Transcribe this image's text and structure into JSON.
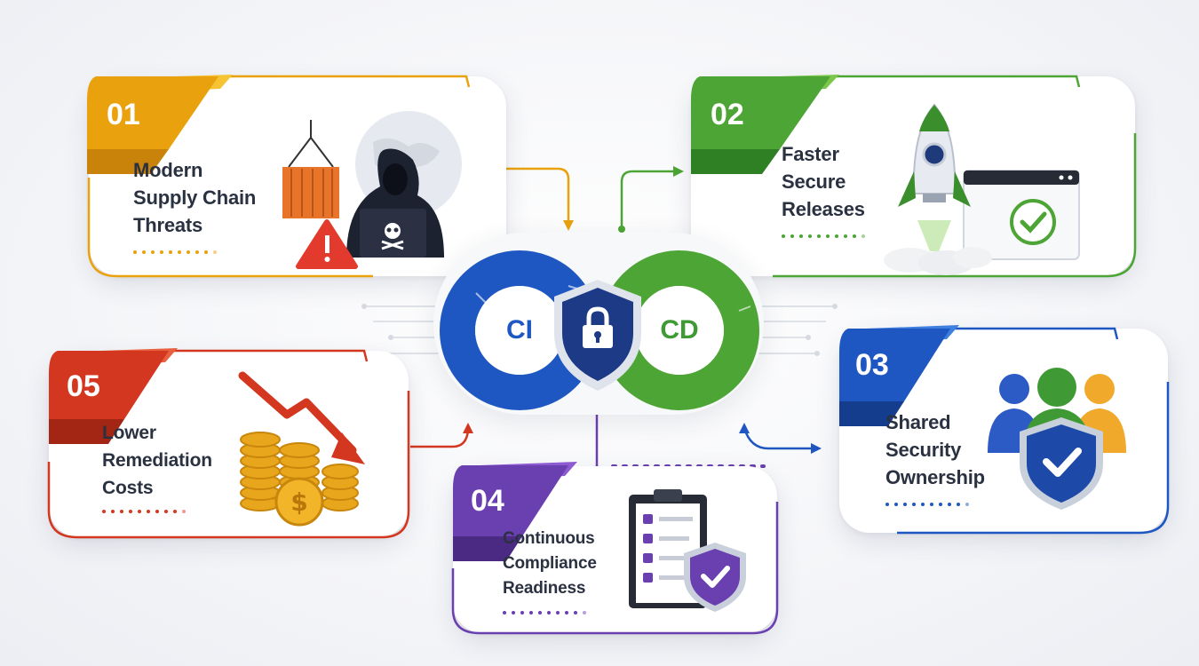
{
  "center": {
    "left_label": "CI",
    "right_label": "CD"
  },
  "cards": [
    {
      "number": "01",
      "lines": [
        "Modern",
        "Supply Chain",
        "Threats"
      ],
      "color": "#e9a20e"
    },
    {
      "number": "02",
      "lines": [
        "Faster",
        "Secure",
        "Releases"
      ],
      "color": "#4ca534"
    },
    {
      "number": "03",
      "lines": [
        "Shared",
        "Security",
        "Ownership"
      ],
      "color": "#1f57c2"
    },
    {
      "number": "04",
      "lines": [
        "Continuous",
        "Compliance",
        "Readiness"
      ],
      "color": "#6a3fb0"
    },
    {
      "number": "05",
      "lines": [
        "Lower",
        "Remediation",
        "Costs"
      ],
      "color": "#d4371f"
    }
  ],
  "icons": {
    "card1": [
      "globe-icon",
      "shipping-container-icon",
      "hacker-icon",
      "warning-icon"
    ],
    "card2": [
      "rocket-icon",
      "browser-check-icon"
    ],
    "card3": [
      "team-icon",
      "shield-check-icon"
    ],
    "card4": [
      "clipboard-checklist-icon",
      "shield-check-icon"
    ],
    "card5": [
      "down-trend-arrow-icon",
      "coin-stack-icon"
    ],
    "center": [
      "infinity-loop-icon",
      "shield-lock-icon"
    ]
  }
}
